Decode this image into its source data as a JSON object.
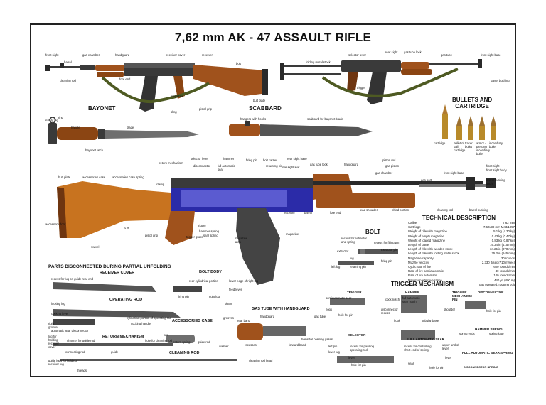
{
  "title": "7,62 mm AK - 47 ASSAULT RIFLE",
  "sections": {
    "bayonet": "BAYONET",
    "scabbard": "SCABBARD",
    "bullets": "BULLETS AND\nCARTRIDGE",
    "bolt": "BOLT",
    "technical": "TECHNICAL DESCRIPTION",
    "trigger_mechanism": "TRIGGER MECHANISM",
    "parts": "PARTS DISCONNECTED DURING PARTIAL UNFOLDING",
    "receiver_cover": "RECEIVER COVER",
    "bolt_body": "BOLT BODY",
    "operating_rod": "OPERATING ROD",
    "accessories_case": "ACCESSORIES CASE",
    "gas_tube": "GAS TUBE WITH HANDGUARD",
    "return_mechanism": "RETURN MECHANISM",
    "cleaning_rod": "CLEANING ROD",
    "trigger": "TRIGGER",
    "hammer": "HAMMER",
    "trigger_mech_pin": "TRIGGER\nMECHANISM\nPIN",
    "disconnector": "DISCONNECTOR",
    "selector": "SELECTOR",
    "full_auto_sear": "FULL AUTOMATIC SEAR",
    "hammer_spring": "HAMMER SPRING",
    "full_auto_sear_spring": "FULL AUTOMATIC SEAR SPRING",
    "disconnector_spring": "DISCONNECTOR SPRING"
  },
  "labels": {
    "front_sight": "front sight",
    "barrel": "barrel",
    "cleaning_rod": "cleaning rod",
    "gas_chamber": "gas chamber",
    "handguard": "handguard",
    "receiver_cover": "receiver cover",
    "receiver": "receiver",
    "fore_end": "fore end",
    "magazine": "magazine",
    "sling": "sling",
    "pistol_grip": "pistol grip",
    "bolt": "bolt",
    "butt_plate": "butt plate",
    "folding_metal_stock": "folding metal stock",
    "selector_lever": "selector lever",
    "rear_sight": "rear sight",
    "gas_tube_lock": "gas tube lock",
    "gas_tube": "gas tube",
    "front_sight_base": "front sight base",
    "trigger": "trigger",
    "barrel_bushing": "barrel bushing",
    "safety_lug": "safety lug",
    "ring": "ring",
    "handle": "handle",
    "blade": "blade",
    "bayonet_latch": "bayonet latch",
    "hangers_with_hooks": "hangers with hooks",
    "scabbard_for_bayonet": "scabbard for bayonet blade",
    "cartridge": "cartridge",
    "bullet_of_ball_cartridge": "bullet of ball cartridge",
    "tracer_bullet": "tracer bullet",
    "armor_piercing": "armor - piercing incendiary bullet",
    "incendiary_bullet": "incendiary bullet",
    "butt_plate2": "butt plate",
    "accessories_case": "accessories case",
    "accessories_case_spring": "accessories case spring",
    "return_mechanism": "return mechanism",
    "selector_lever2": "selector lever",
    "disconnector": "disconnector",
    "hammer": "hammer",
    "full_automatic_sear": "full automatic sear",
    "firing_pin": "firing pin",
    "bolt_carrier": "bolt carrier",
    "returning_pin": "returning pin",
    "rear_sight_base": "rear sight base",
    "rear_sight_leaf": "rear sight leaf",
    "gas_tube_lock2": "gas tube lock",
    "handguard2": "handguard",
    "piston_rod": "piston rod",
    "gas_piston": "gas piston",
    "gas_chamber2": "gas chamber",
    "gas_port": "gas port",
    "front_sight2": "front sight",
    "front_sight_body": "front sight body",
    "front_sight_base2": "front sight base",
    "barrel_bushing_latch": "barrel bushing latch",
    "accessory_door": "accessory door",
    "butt": "butt",
    "swivel": "swivel",
    "clamp": "clamp",
    "pistol_grip2": "pistol grip",
    "trigger2": "trigger",
    "hammer_spring": "hammer spring",
    "trigger_guard": "trigger guard",
    "sear_spring": "sear spring",
    "magazine_latch": "magazine latch",
    "magazine2": "magazine",
    "receiver2": "receiver",
    "barrel2": "barrel",
    "fore_end2": "fore end",
    "lead_shoulder": "lead shoulder",
    "rifled_portion": "rifled portion",
    "cleaning_rod2": "cleaning rod",
    "recess_for_extractor": "recess for extractor and spring",
    "extractor": "extractor",
    "recess_for_firing_pin": "recess for firing pin",
    "extractor_pin": "extractor pin",
    "lug": "lug",
    "firing_pin2": "firing pin",
    "left_lug": "left lug",
    "retaining_pin": "retaining pin",
    "recess_for_lug": "recess for lug on guide rear end",
    "rear_cylindrical": "rear cylindrical portion",
    "lower_edge": "lower edge of right lug",
    "firing_pin3": "firing pin",
    "feed_lever": "feed lever",
    "right_lug": "right lug",
    "locking_lug": "locking lug",
    "piston": "piston",
    "grooves": "grooves",
    "cocking_lever": "cocking lever",
    "cylindrical_op_rod": "cylindrical portion of operating rod",
    "cocking_handle": "cocking handle",
    "right_groove": "right groove",
    "auto_sear_disconnector": "automatic sear disconnector",
    "lug_for_holding": "lug for holding receiver cover",
    "channel_guide_rod": "channel for guide rod",
    "guide_lugs": "guide lugs for holding receiver lug",
    "threads": "threads",
    "connecting_rod": "connecting rod",
    "guide": "guide",
    "cap": "cap",
    "hole_cleaning_rod": "hole for cleaning rod",
    "return_spring": "return spring",
    "guide_rod": "guide rod",
    "washer": "washer",
    "cleaning_rod_head": "cleaning rod head",
    "handguard3": "handguard",
    "gas_tube2": "gas tube",
    "rear_band": "rear band",
    "holes_passing_gas": "holes for passing gases",
    "recesses": "recesses",
    "forward_band": "forward band",
    "semi_auto_sear": "semiautomatic sear",
    "hook": "hook",
    "hole_for_pin": "hole for pin",
    "semiautomatic_sear_notch": "full automatic sear notch",
    "cock_notch": "cock notch",
    "hook2": "hook",
    "tubular_base": "tubular base",
    "disconnector_recess": "disconnector recess",
    "shoulder": "shoulder",
    "hole_for_pin2": "hole for pin",
    "spring_ends": "spring ends",
    "spring_loop": "spring loop",
    "left_pin": "left pin",
    "lever_lug": "lever lug",
    "recess_operating_rod": "recess for passing operating rod",
    "recess_control": "recess for controlling short end of spring",
    "sear": "sear",
    "lever": "lever",
    "hole_for_pin3": "hole for pin",
    "upper_end_of_lever": "upper and of lever",
    "lever2": "lever",
    "hole_for_pin4": "hole for pin"
  },
  "technical": [
    {
      "k": "Caliber",
      "v": "7.62 mm"
    },
    {
      "k": "Cartridge",
      "v": "7.62x39 mm M43/1957"
    },
    {
      "k": "Weight of rifle with magazine",
      "v": "5.1 kg (4.30 kg)"
    },
    {
      "k": "Weight of empty magazine",
      "v": "0.43 kg (0.47 kg)"
    },
    {
      "k": "Weight of loaded magazine",
      "v": "0.83 kg (0.87 kg)"
    },
    {
      "k": "Length of barrel",
      "v": "16.34 in (415 mm)"
    },
    {
      "k": "Length of rifle with wooden stock",
      "v": "34.25 in (870 mm)"
    },
    {
      "k": "Length of rifle with folding metal stock",
      "v": "25.3 in (645 mm)"
    },
    {
      "k": "Magazine capacity",
      "v": "30 rounds"
    },
    {
      "k": "Muzzle velocity",
      "v": "2,330 ft/sec (710 m/sec)"
    },
    {
      "k": "Cyclic rate of fire",
      "v": "600 rounds/min"
    },
    {
      "k": "Rate of fire semiautomatic",
      "v": "40 rounds/min"
    },
    {
      "k": "Rate of fire automatic",
      "v": "100 rounds/min"
    },
    {
      "k": "Maximum effective range",
      "v": "440 yd (400 m)"
    },
    {
      "k": "Action",
      "v": "gas operated, rotating bolt"
    }
  ],
  "colors": {
    "wood": "#a0521c",
    "wood_dark": "#6e3510",
    "metal": "#3a3a3a",
    "metal_light": "#8a8a8a",
    "blue": "#2b2ba8",
    "sling": "#4e5a22",
    "brass": "#b88a2a"
  }
}
